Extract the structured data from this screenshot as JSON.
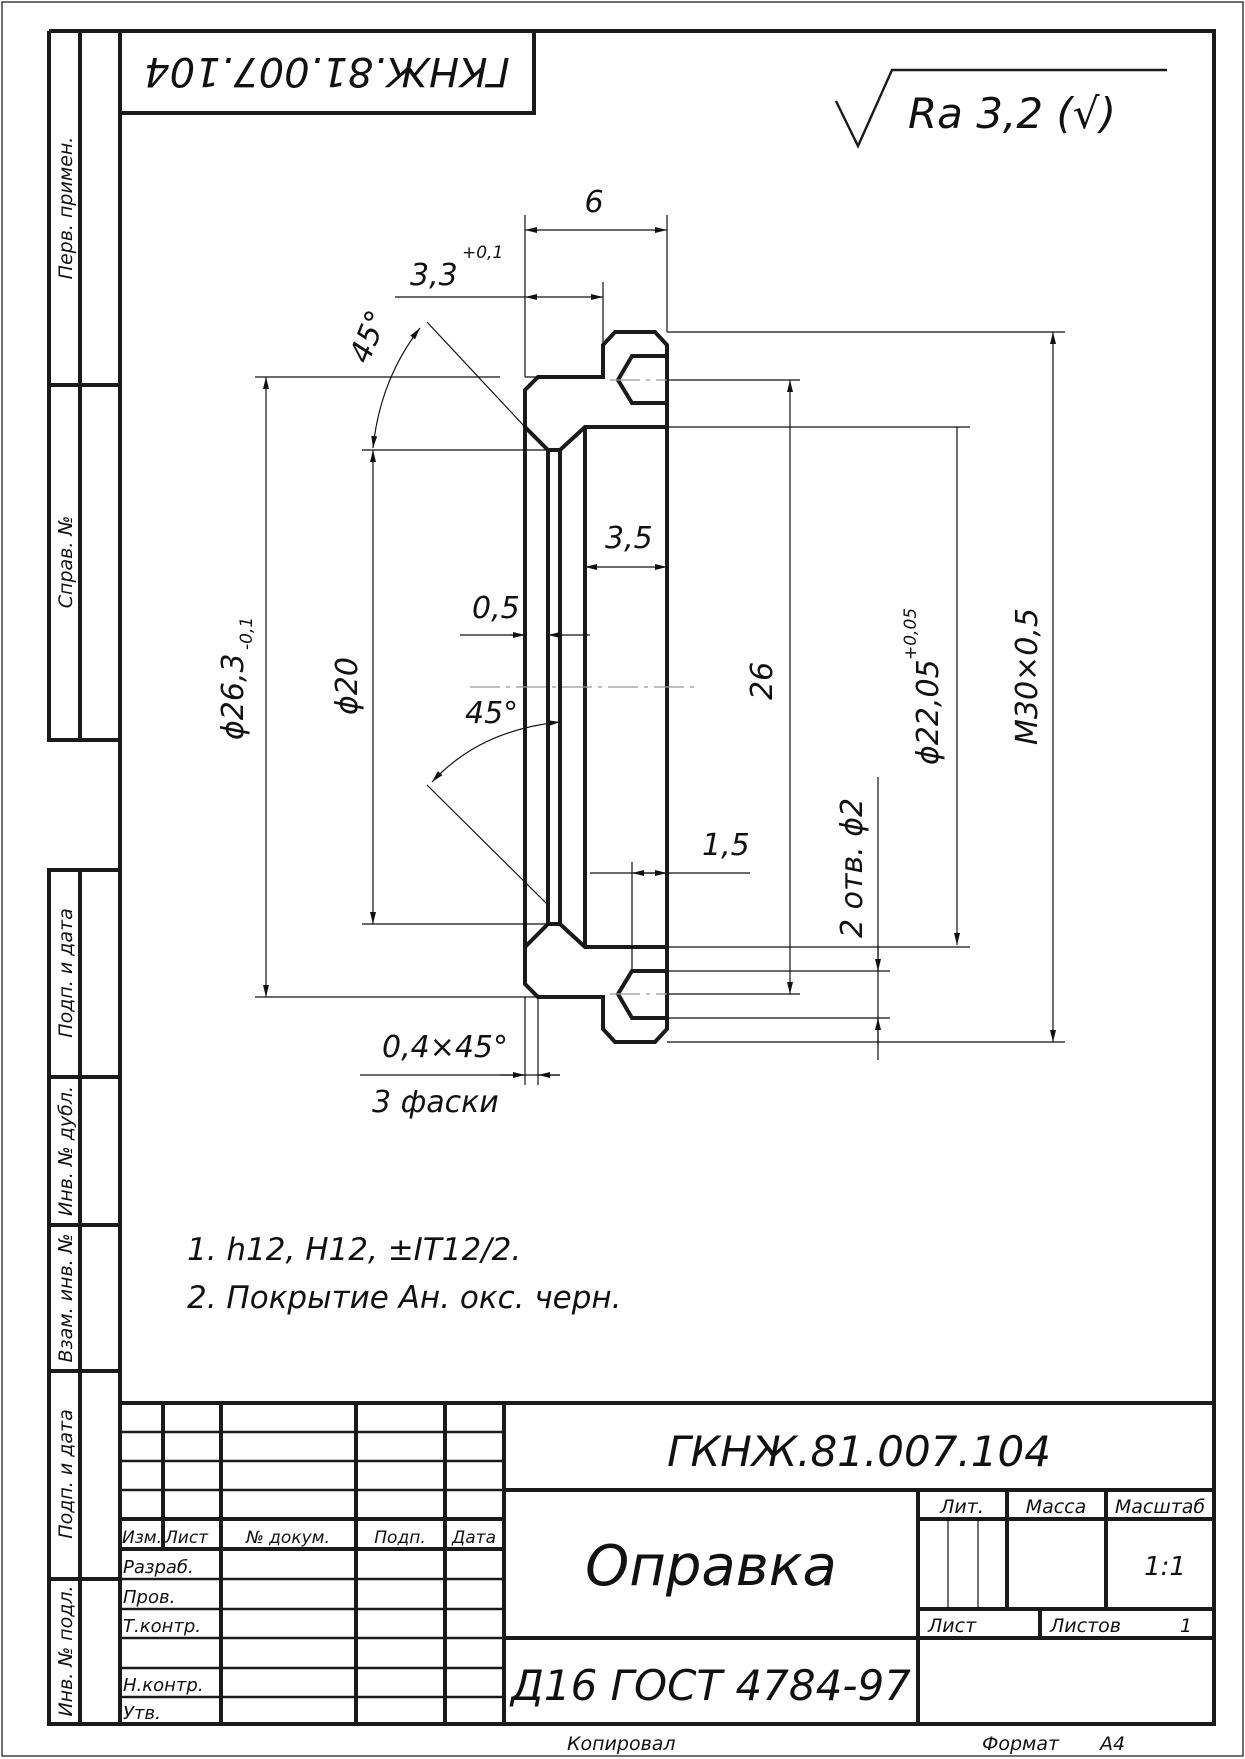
{
  "document": {
    "designation": "ГКНЖ.81.007.104",
    "designation_mirrored": "ГКНЖ.81.007.104",
    "roughness": "Ra 3,2 (√)"
  },
  "side_strip": {
    "labels": [
      "Перв. примен.",
      "Справ. №",
      "Подп. и дата",
      "Инв. № дубл.",
      "Взам. инв. №",
      "Подп. и дата",
      "Инв. № подл."
    ]
  },
  "dimensions": {
    "width_total": "6",
    "flange_width": "3,3",
    "flange_width_tol": "+0,1",
    "chamfer_angle_top": "45°",
    "dia_outer": "ϕ26,3",
    "dia_outer_tol": "-0,1",
    "dia_bore": "ϕ20",
    "groove_width": "0,5",
    "chamfer_angle_bottom": "45°",
    "bore_depth": "3,5",
    "hole_offset": "1,5",
    "hole_spacing": "26",
    "holes": "2 отв. ϕ2",
    "dia_recess": "ϕ22,05",
    "dia_recess_tol": "+0,05",
    "thread": "M30×0,5",
    "chamfer": "0,4×45°",
    "chamfer_count": "3 фаски"
  },
  "notes": [
    "1. h12, H12, ±IT12/2.",
    "2. Покрытие Ан. окс. черн."
  ],
  "title_block": {
    "designation": "ГКНЖ.81.007.104",
    "name": "Оправка",
    "material": "Д16 ГОСТ 4784-97",
    "col_headers": [
      "Изм.",
      "Лист",
      "№ докум.",
      "Подп.",
      "Дата"
    ],
    "roles": [
      "Разраб.",
      "Пров.",
      "Т.контр.",
      "",
      "Н.контр.",
      "Утв."
    ],
    "lit_label": "Лит.",
    "mass_label": "Масса",
    "scale_label": "Масштаб",
    "scale_value": "1:1",
    "sheet_label": "Лист",
    "sheets_label": "Листов",
    "sheets_value": "1",
    "copied_label": "Копировал",
    "format_label": "Формат",
    "format_value": "A4"
  }
}
